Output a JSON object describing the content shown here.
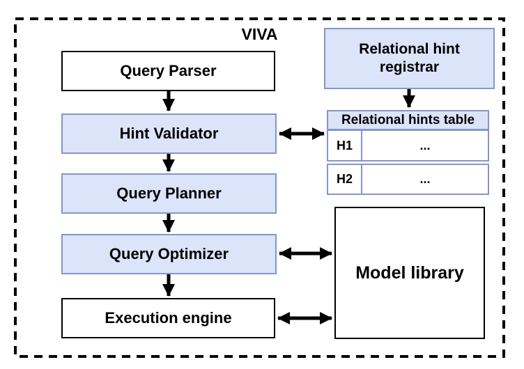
{
  "diagram": {
    "title": "VIVA",
    "pipeline": [
      {
        "id": "query-parser",
        "label": "Query Parser",
        "style": "white"
      },
      {
        "id": "hint-validator",
        "label": "Hint Validator",
        "style": "blue"
      },
      {
        "id": "query-planner",
        "label": "Query Planner",
        "style": "blue"
      },
      {
        "id": "query-optimizer",
        "label": "Query Optimizer",
        "style": "blue"
      },
      {
        "id": "execution-engine",
        "label": "Execution engine",
        "style": "white"
      }
    ],
    "registrar": {
      "label": "Relational hint registrar"
    },
    "hints_table": {
      "title": "Relational hints table",
      "rows": [
        {
          "hint": "H1",
          "value": "..."
        },
        {
          "hint": "H2",
          "value": "..."
        }
      ]
    },
    "model_library": {
      "label": "Model library"
    },
    "colors": {
      "highlight_fill": "#dbe4f8",
      "highlight_border": "#8496c9",
      "plain_border": "#000000",
      "arrow": "#000000",
      "text": "#000000"
    }
  }
}
